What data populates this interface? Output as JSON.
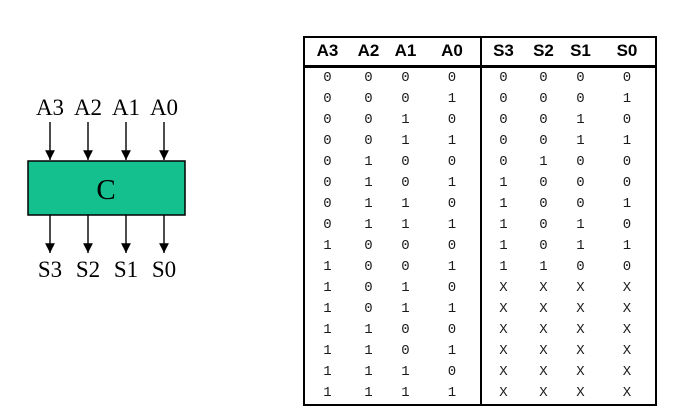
{
  "diagram": {
    "inputs": [
      "A3",
      "A2",
      "A1",
      "A0"
    ],
    "outputs": [
      "S3",
      "S2",
      "S1",
      "S0"
    ],
    "box_label": "C",
    "box_fill_color": "#14c08e",
    "box_border_color": "#000000",
    "arrow_color": "#000000"
  },
  "table": {
    "input_headers": [
      "A3",
      "A2",
      "A1",
      "A0"
    ],
    "output_headers": [
      "S3",
      "S2",
      "S1",
      "S0"
    ],
    "rows": [
      {
        "inputs": [
          "0",
          "0",
          "0",
          "0"
        ],
        "outputs": [
          "0",
          "0",
          "0",
          "0"
        ]
      },
      {
        "inputs": [
          "0",
          "0",
          "0",
          "1"
        ],
        "outputs": [
          "0",
          "0",
          "0",
          "1"
        ]
      },
      {
        "inputs": [
          "0",
          "0",
          "1",
          "0"
        ],
        "outputs": [
          "0",
          "0",
          "1",
          "0"
        ]
      },
      {
        "inputs": [
          "0",
          "0",
          "1",
          "1"
        ],
        "outputs": [
          "0",
          "0",
          "1",
          "1"
        ]
      },
      {
        "inputs": [
          "0",
          "1",
          "0",
          "0"
        ],
        "outputs": [
          "0",
          "1",
          "0",
          "0"
        ]
      },
      {
        "inputs": [
          "0",
          "1",
          "0",
          "1"
        ],
        "outputs": [
          "1",
          "0",
          "0",
          "0"
        ]
      },
      {
        "inputs": [
          "0",
          "1",
          "1",
          "0"
        ],
        "outputs": [
          "1",
          "0",
          "0",
          "1"
        ]
      },
      {
        "inputs": [
          "0",
          "1",
          "1",
          "1"
        ],
        "outputs": [
          "1",
          "0",
          "1",
          "0"
        ]
      },
      {
        "inputs": [
          "1",
          "0",
          "0",
          "0"
        ],
        "outputs": [
          "1",
          "0",
          "1",
          "1"
        ]
      },
      {
        "inputs": [
          "1",
          "0",
          "0",
          "1"
        ],
        "outputs": [
          "1",
          "1",
          "0",
          "0"
        ]
      },
      {
        "inputs": [
          "1",
          "0",
          "1",
          "0"
        ],
        "outputs": [
          "X",
          "X",
          "X",
          "X"
        ]
      },
      {
        "inputs": [
          "1",
          "0",
          "1",
          "1"
        ],
        "outputs": [
          "X",
          "X",
          "X",
          "X"
        ]
      },
      {
        "inputs": [
          "1",
          "1",
          "0",
          "0"
        ],
        "outputs": [
          "X",
          "X",
          "X",
          "X"
        ]
      },
      {
        "inputs": [
          "1",
          "1",
          "0",
          "1"
        ],
        "outputs": [
          "X",
          "X",
          "X",
          "X"
        ]
      },
      {
        "inputs": [
          "1",
          "1",
          "1",
          "0"
        ],
        "outputs": [
          "X",
          "X",
          "X",
          "X"
        ]
      },
      {
        "inputs": [
          "1",
          "1",
          "1",
          "1"
        ],
        "outputs": [
          "X",
          "X",
          "X",
          "X"
        ]
      }
    ]
  }
}
